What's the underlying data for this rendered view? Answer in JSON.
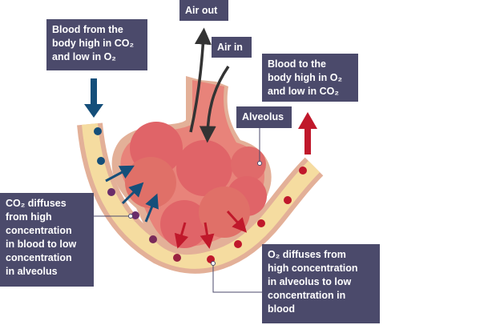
{
  "labels": {
    "air_out": "Air out",
    "air_in": "Air in",
    "blood_from_body": "Blood from the\nbody high in CO₂\nand low in O₂",
    "blood_to_body": "Blood to the\nbody high in O₂\nand low in CO₂",
    "alveolus": "Alveolus",
    "co2_diffuses": "CO₂ diffuses\nfrom high\nconcentration\nin blood to low\nconcentration\nin alveolus",
    "o2_diffuses": "O₂ diffuses from\nhigh concentration\nin alveolus to low\nconcentration in\nblood"
  },
  "colors": {
    "label_bg": "#4b4a6b",
    "deoxygenated": "#154f7a",
    "oxygenated": "#c0182b",
    "mixed": "#6a2d6a",
    "alveolus": "#e0686a",
    "vessel_fill": "#f5dca0",
    "vessel_wall": "#e3b098",
    "air_arrow": "#333333"
  }
}
